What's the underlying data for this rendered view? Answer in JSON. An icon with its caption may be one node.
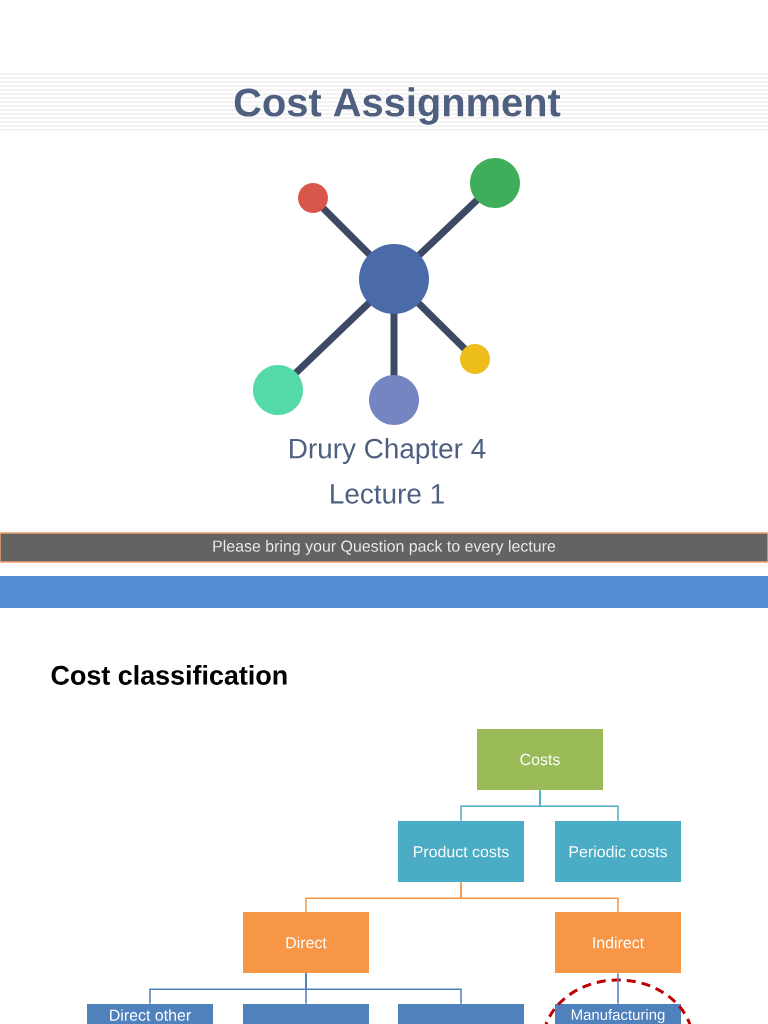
{
  "diagram": {
    "title": "Cost Assignment",
    "nodes": [
      {
        "text": [
          "Please bring your Question pack to every lecture"
        ]
      },
      {
        "text": [
          "Costs"
        ]
      },
      {
        "text": [
          "Product costs"
        ]
      },
      {
        "text": [
          "Periodic costs"
        ]
      },
      {
        "text": [
          "Direct"
        ]
      },
      {
        "text": [
          "Indirect"
        ]
      },
      {
        "text": [
          "Direct other"
        ]
      },
      {
        "text": [],
        "shape": "box"
      },
      {
        "text": [],
        "shape": "box"
      },
      {
        "text": [
          "Manufacturing"
        ]
      }
    ],
    "edges": [
      {
        "from": 1,
        "to": 2,
        "arrow": "none",
        "color": "#4bacc6"
      },
      {
        "from": 1,
        "to": 3,
        "arrow": "none",
        "color": "#4bacc6"
      },
      {
        "from": 2,
        "to": 4,
        "arrow": "none",
        "color": "#f79646"
      },
      {
        "from": 2,
        "to": 5,
        "arrow": "none",
        "color": "#f79646"
      },
      {
        "from": 4,
        "to": 6,
        "arrow": "none"
      },
      {
        "from": 4,
        "to": 7,
        "arrow": "none"
      },
      {
        "from": 4,
        "to": 8,
        "arrow": "none"
      },
      {
        "from": 5,
        "to": 9,
        "arrow": "none"
      }
    ],
    "labels": [
      "Drury Chapter 4",
      "Lecture 1",
      "Cost classification"
    ]
  }
}
